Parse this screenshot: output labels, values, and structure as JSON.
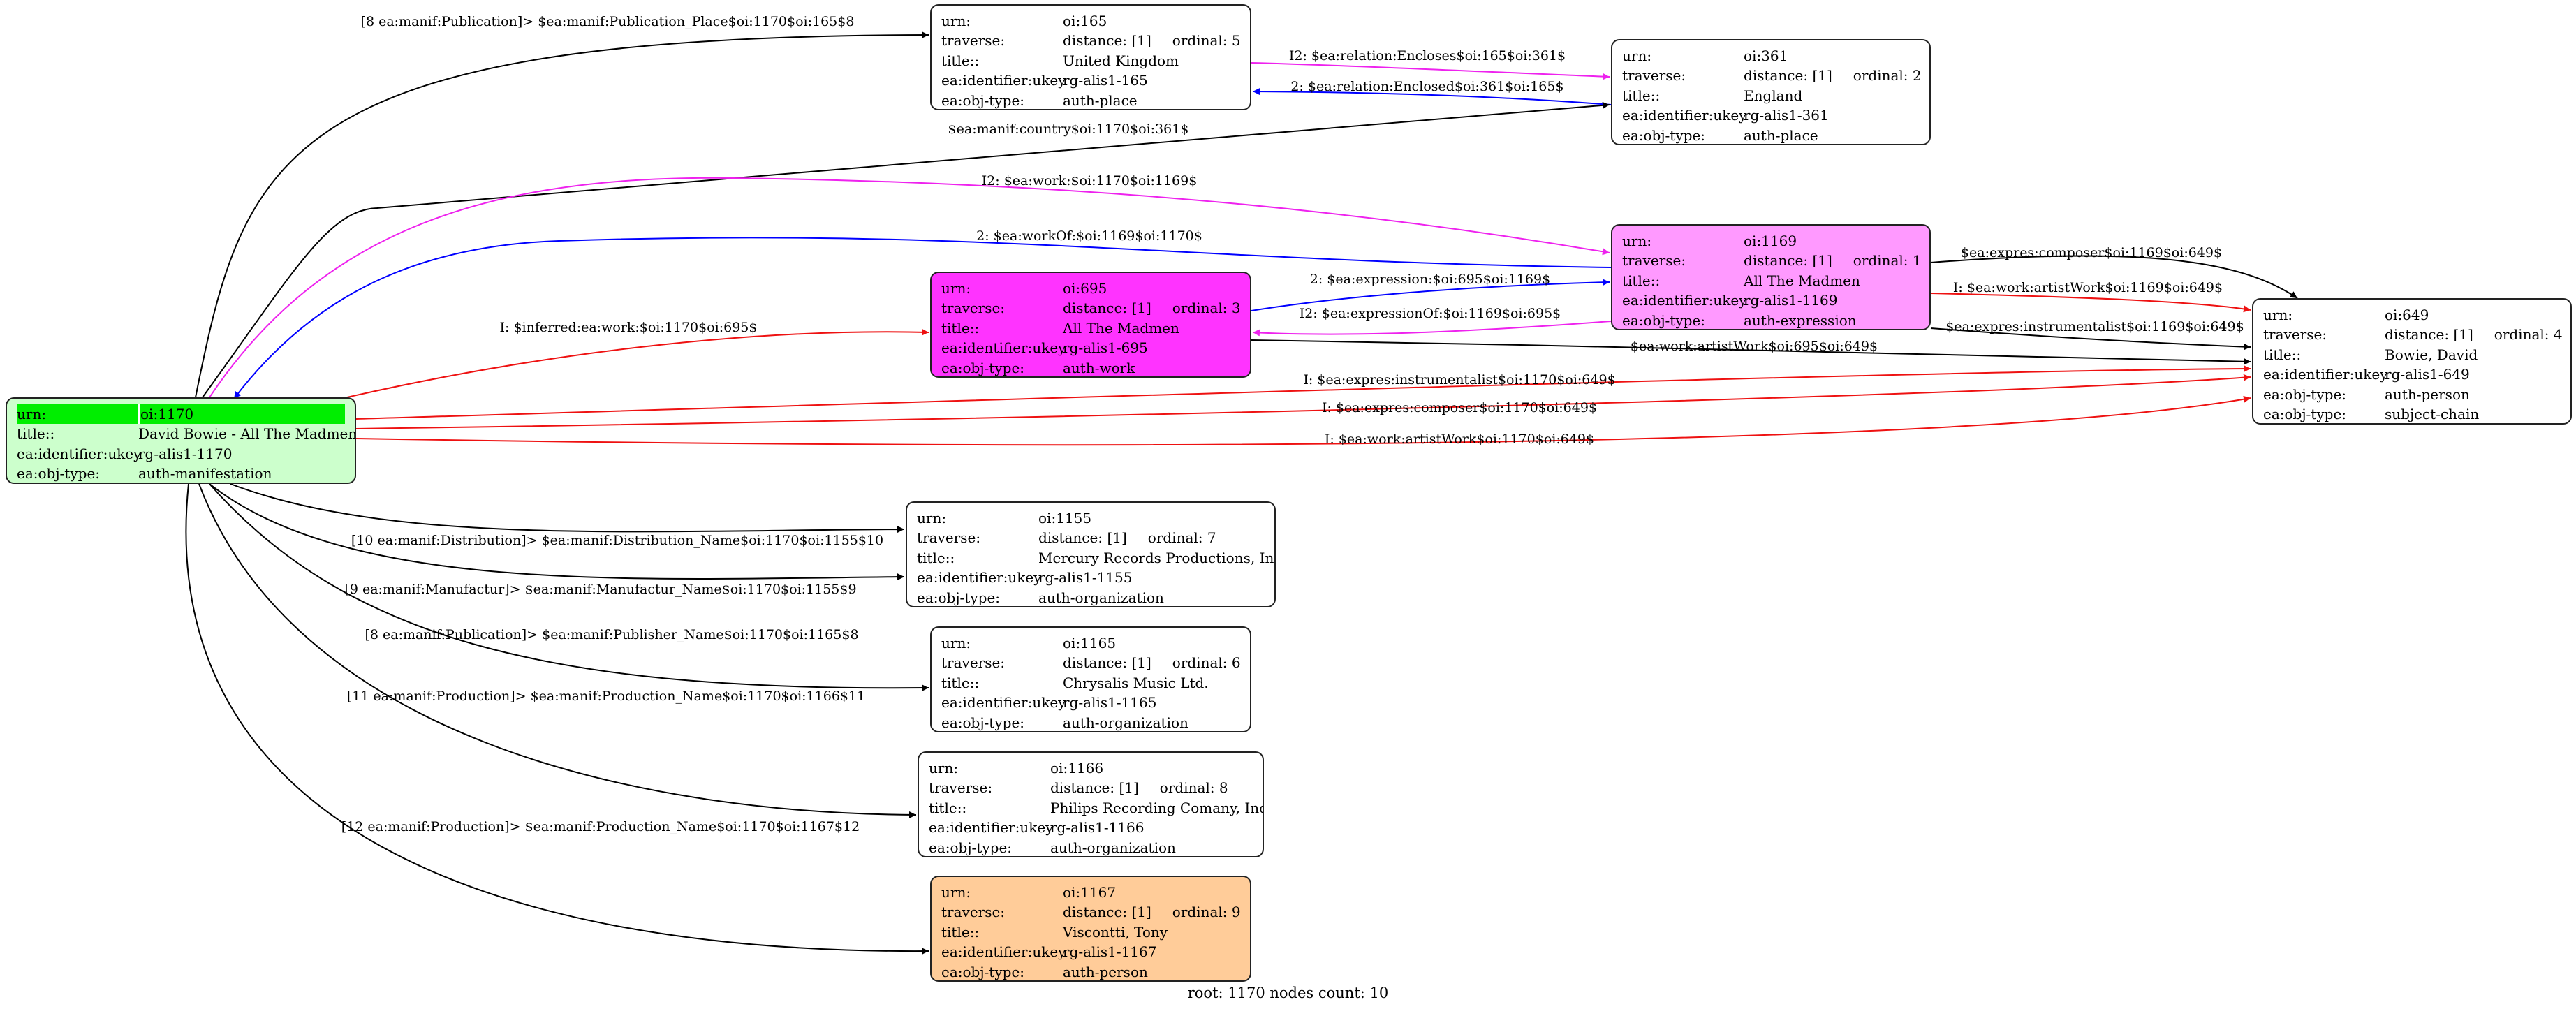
{
  "colors": {
    "edge_black": "#000000",
    "edge_blue": "#0000ff",
    "edge_red": "#ee1111",
    "edge_magenta": "#ee22ee",
    "node_root": "#ccffcc",
    "node_root_highlight": "#00ee00",
    "node_work": "#ff33ff",
    "node_expression": "#ff99ff",
    "node_person_1167": "#ffcc99",
    "node_default": "#ffffff"
  },
  "nodes": [
    {
      "id": "oi1170",
      "rows": [
        {
          "key": "urn:",
          "value": "oi:1170",
          "highlight": true
        },
        {
          "key": "title::",
          "value": "David Bowie - All The Madmen"
        },
        {
          "key": "ea:identifier:ukey",
          "value": "rg-alis1-1170"
        },
        {
          "key": "ea:obj-type:",
          "value": "auth-manifestation"
        }
      ]
    },
    {
      "id": "oi165",
      "rows": [
        {
          "key": "urn:",
          "value": "oi:165"
        },
        {
          "key": "traverse:",
          "value": "distance: [1]",
          "extra": "ordinal: 5"
        },
        {
          "key": "title::",
          "value": "United Kingdom"
        },
        {
          "key": "ea:identifier:ukey",
          "value": "rg-alis1-165"
        },
        {
          "key": "ea:obj-type:",
          "value": "auth-place"
        }
      ]
    },
    {
      "id": "oi361",
      "rows": [
        {
          "key": "urn:",
          "value": "oi:361"
        },
        {
          "key": "traverse:",
          "value": "distance: [1]",
          "extra": "ordinal: 2"
        },
        {
          "key": "title::",
          "value": "England"
        },
        {
          "key": "ea:identifier:ukey",
          "value": "rg-alis1-361"
        },
        {
          "key": "ea:obj-type:",
          "value": "auth-place"
        }
      ]
    },
    {
      "id": "oi1169",
      "rows": [
        {
          "key": "urn:",
          "value": "oi:1169"
        },
        {
          "key": "traverse:",
          "value": "distance: [1]",
          "extra": "ordinal: 1"
        },
        {
          "key": "title::",
          "value": "All The Madmen"
        },
        {
          "key": "ea:identifier:ukey",
          "value": "rg-alis1-1169"
        },
        {
          "key": "ea:obj-type:",
          "value": "auth-expression"
        }
      ]
    },
    {
      "id": "oi695",
      "rows": [
        {
          "key": "urn:",
          "value": "oi:695"
        },
        {
          "key": "traverse:",
          "value": "distance: [1]",
          "extra": "ordinal: 3"
        },
        {
          "key": "title::",
          "value": "All The Madmen"
        },
        {
          "key": "ea:identifier:ukey",
          "value": "rg-alis1-695"
        },
        {
          "key": "ea:obj-type:",
          "value": "auth-work"
        }
      ]
    },
    {
      "id": "oi649",
      "rows": [
        {
          "key": "urn:",
          "value": "oi:649"
        },
        {
          "key": "traverse:",
          "value": "distance: [1]",
          "extra": "ordinal: 4"
        },
        {
          "key": "title::",
          "value": "Bowie, David"
        },
        {
          "key": "ea:identifier:ukey",
          "value": "rg-alis1-649"
        },
        {
          "key": "ea:obj-type:",
          "value": "auth-person"
        },
        {
          "key": "ea:obj-type:",
          "value": "subject-chain"
        }
      ]
    },
    {
      "id": "oi1155",
      "rows": [
        {
          "key": "urn:",
          "value": "oi:1155"
        },
        {
          "key": "traverse:",
          "value": "distance: [1]",
          "extra": "ordinal: 7"
        },
        {
          "key": "title::",
          "value": "Mercury Records Productions, Inc"
        },
        {
          "key": "ea:identifier:ukey",
          "value": "rg-alis1-1155"
        },
        {
          "key": "ea:obj-type:",
          "value": "auth-organization"
        }
      ]
    },
    {
      "id": "oi1165",
      "rows": [
        {
          "key": "urn:",
          "value": "oi:1165"
        },
        {
          "key": "traverse:",
          "value": "distance: [1]",
          "extra": "ordinal: 6"
        },
        {
          "key": "title::",
          "value": "Chrysalis Music Ltd."
        },
        {
          "key": "ea:identifier:ukey",
          "value": "rg-alis1-1165"
        },
        {
          "key": "ea:obj-type:",
          "value": "auth-organization"
        }
      ]
    },
    {
      "id": "oi1166",
      "rows": [
        {
          "key": "urn:",
          "value": "oi:1166"
        },
        {
          "key": "traverse:",
          "value": "distance: [1]",
          "extra": "ordinal: 8"
        },
        {
          "key": "title::",
          "value": "Philips Recording Comany, Inc"
        },
        {
          "key": "ea:identifier:ukey",
          "value": "rg-alis1-1166"
        },
        {
          "key": "ea:obj-type:",
          "value": "auth-organization"
        }
      ]
    },
    {
      "id": "oi1167",
      "rows": [
        {
          "key": "urn:",
          "value": "oi:1167"
        },
        {
          "key": "traverse:",
          "value": "distance: [1]",
          "extra": "ordinal: 9"
        },
        {
          "key": "title::",
          "value": "Viscontti, Tony"
        },
        {
          "key": "ea:identifier:ukey",
          "value": "rg-alis1-1167"
        },
        {
          "key": "ea:obj-type:",
          "value": "auth-person"
        }
      ]
    }
  ],
  "edges": [
    {
      "id": "e-pubplace",
      "label": "[8 ea:manif:Publication]> $ea:manif:Publication_Place$oi:1170$oi:165$8",
      "color": "black"
    },
    {
      "id": "e-encloses",
      "label": "I2: $ea:relation:Encloses$oi:165$oi:361$",
      "color": "magenta"
    },
    {
      "id": "e-enclosed",
      "label": "2: $ea:relation:Enclosed$oi:361$oi:165$",
      "color": "blue"
    },
    {
      "id": "e-country",
      "label": "$ea:manif:country$oi:1170$oi:361$",
      "color": "black"
    },
    {
      "id": "e-work",
      "label": "I2: $ea:work:$oi:1170$oi:1169$",
      "color": "magenta"
    },
    {
      "id": "e-workof",
      "label": "2: $ea:workOf:$oi:1169$oi:1170$",
      "color": "blue"
    },
    {
      "id": "e-inferred",
      "label": "I: $inferred:ea:work:$oi:1170$oi:695$",
      "color": "red"
    },
    {
      "id": "e-expression",
      "label": "2: $ea:expression:$oi:695$oi:1169$",
      "color": "blue"
    },
    {
      "id": "e-expressionof",
      "label": "I2: $ea:expressionOf:$oi:1169$oi:695$",
      "color": "magenta"
    },
    {
      "id": "e-composer-1169",
      "label": "$ea:expres:composer$oi:1169$oi:649$",
      "color": "black"
    },
    {
      "id": "e-artistwork-1169",
      "label": "I: $ea:work:artistWork$oi:1169$oi:649$",
      "color": "red"
    },
    {
      "id": "e-instrumentalist-1169",
      "label": "$ea:expres:instrumentalist$oi:1169$oi:649$",
      "color": "black"
    },
    {
      "id": "e-artistwork-695",
      "label": "$ea:work:artistWork$oi:695$oi:649$",
      "color": "black"
    },
    {
      "id": "e-instrumentalist-1170",
      "label": "I: $ea:expres:instrumentalist$oi:1170$oi:649$",
      "color": "red"
    },
    {
      "id": "e-composer-1170",
      "label": "I: $ea:expres:composer$oi:1170$oi:649$",
      "color": "red"
    },
    {
      "id": "e-artistwork-1170",
      "label": "I: $ea:work:artistWork$oi:1170$oi:649$",
      "color": "red"
    },
    {
      "id": "e-distribution",
      "label": "[10 ea:manif:Distribution]> $ea:manif:Distribution_Name$oi:1170$oi:1155$10",
      "color": "black"
    },
    {
      "id": "e-manufactur",
      "label": "[9 ea:manif:Manufactur]> $ea:manif:Manufactur_Name$oi:1170$oi:1155$9",
      "color": "black"
    },
    {
      "id": "e-publisher",
      "label": "[8 ea:manif:Publication]> $ea:manif:Publisher_Name$oi:1170$oi:1165$8",
      "color": "black"
    },
    {
      "id": "e-production-1166",
      "label": "[11 ea:manif:Production]> $ea:manif:Production_Name$oi:1170$oi:1166$11",
      "color": "black"
    },
    {
      "id": "e-production-1167",
      "label": "[12 ea:manif:Production]> $ea:manif:Production_Name$oi:1170$oi:1167$12",
      "color": "black"
    }
  ],
  "footer": "root: 1170 nodes count: 10"
}
